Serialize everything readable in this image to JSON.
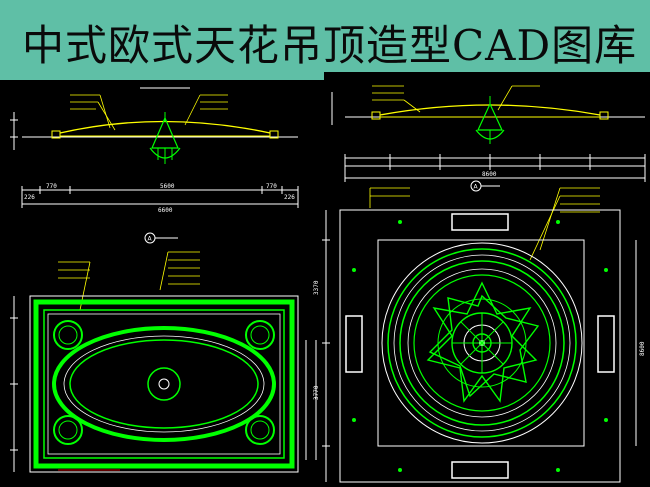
{
  "banner": {
    "title": "中式欧式天花吊顶造型CAD图库"
  },
  "colors": {
    "banner_bg": "#5fbfa6",
    "canvas_bg": "#000000",
    "primary_green": "#00ff00",
    "line_yellow": "#ffff00",
    "line_white": "#ffffff",
    "line_cyan": "#00ffff",
    "line_red": "#ff0000"
  },
  "left_drawing": {
    "elevation_total": "6600",
    "elevation_mid": "5600",
    "plan_marker": "A",
    "dim_labels": [
      "770",
      "770",
      "226",
      "226"
    ]
  },
  "right_drawing": {
    "elevation_total": "8600",
    "plan_marker": "A",
    "dim_labels": [
      "3370",
      "3770",
      "8600"
    ]
  },
  "icons": [
    "elevation-marker-icon",
    "rosette-medallion-icon"
  ]
}
